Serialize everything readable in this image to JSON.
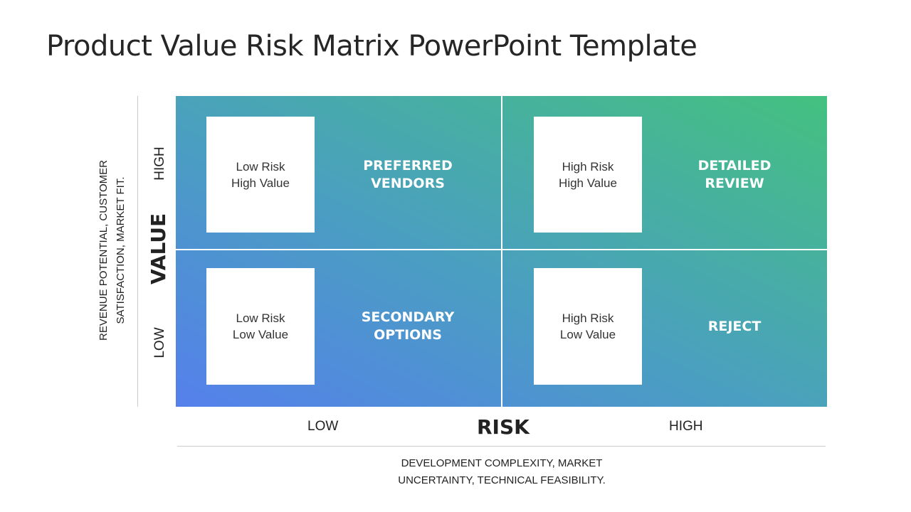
{
  "title": "Product Value Risk Matrix PowerPoint Template",
  "y_axis": {
    "label": "VALUE",
    "high": "HIGH",
    "low": "LOW",
    "description_line1": "REVENUE POTENTIAL, CUSTOMER",
    "description_line2": "SATISFACTION, MARKET FIT."
  },
  "x_axis": {
    "label": "RISK",
    "low": "LOW",
    "high": "HIGH",
    "description_line1": "DEVELOPMENT COMPLEXITY, MARKET",
    "description_line2": "UNCERTAINTY, TECHNICAL FEASIBILITY."
  },
  "quadrants": [
    {
      "box_line1": "Low Risk",
      "box_line2": "High Value",
      "label_line1": "PREFERRED",
      "label_line2": "VENDORS"
    },
    {
      "box_line1": "High Risk",
      "box_line2": "High Value",
      "label_line1": "DETAILED",
      "label_line2": "REVIEW"
    },
    {
      "box_line1": "Low Risk",
      "box_line2": "Low Value",
      "label_line1": "SECONDARY",
      "label_line2": "OPTIONS"
    },
    {
      "box_line1": "High Risk",
      "box_line2": "Low Value",
      "label_line1": "REJECT",
      "label_line2": ""
    }
  ],
  "colors": {
    "gradient_start": "#5580ec",
    "gradient_end": "#44c17f"
  }
}
